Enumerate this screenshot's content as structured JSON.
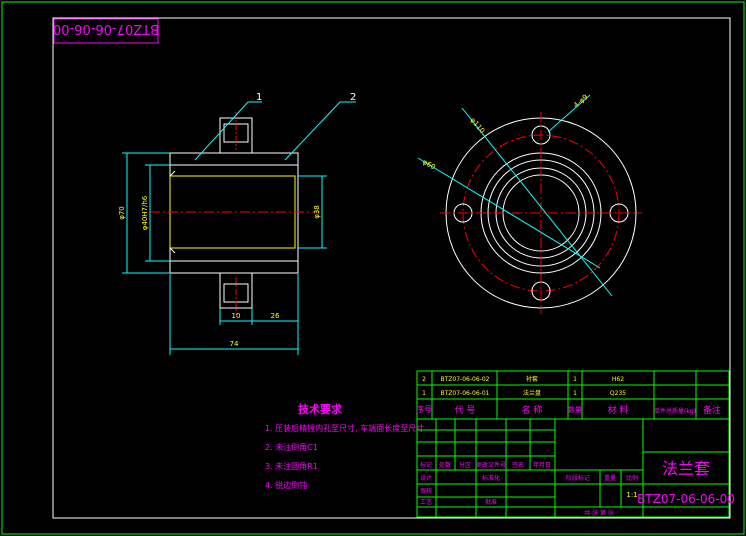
{
  "drawing_number_flipped": "BTZ07-06-06-00",
  "leaders": {
    "part1": "1",
    "part2": "2"
  },
  "dims": {
    "outer_dia": "φ70",
    "bore_dia": "φ40H7/h6",
    "inner_dia": "φ38",
    "flange_w1": "10",
    "flange_w2": "26",
    "total_len": "74",
    "pcd": "φ110",
    "hole": "4-φ9",
    "bore2": "φ60"
  },
  "tech_req": {
    "title": "技术要求",
    "items": [
      "1. 压装后精镗内孔至尺寸, 车端面长度至尺寸",
      "2. 未注倒角C1",
      "3. 未注圆角R1",
      "4. 锐边倒钝"
    ]
  },
  "bom": {
    "rows": [
      {
        "no": "2",
        "code": "BTZ07-06-06-02",
        "name": "衬套",
        "qty": "1",
        "material": "H62",
        "note": ""
      },
      {
        "no": "1",
        "code": "BTZ07-06-06-01",
        "name": "法兰盘",
        "qty": "1",
        "material": "Q235",
        "note": ""
      }
    ],
    "header": {
      "no": "序号",
      "code": "代 号",
      "name": "名 称",
      "qty": "数量",
      "material": "材 料",
      "weight": "单件总质量(kg)",
      "note": "备注"
    }
  },
  "title_block": {
    "part_name": "法兰套",
    "drawing_number": "BTZ07-06-06-00",
    "scale": "1:1",
    "labels": {
      "mark": "标记",
      "count": "处数",
      "zone": "分区",
      "doc": "更改文件号",
      "sign": "签名",
      "date": "年月日",
      "design": "设计",
      "std": "标准化",
      "check": "审核",
      "process": "工艺",
      "approve": "批准",
      "stage": "阶段标记",
      "weight": "重量",
      "ratio": "比例",
      "sheet": "共 张 第 张"
    }
  }
}
